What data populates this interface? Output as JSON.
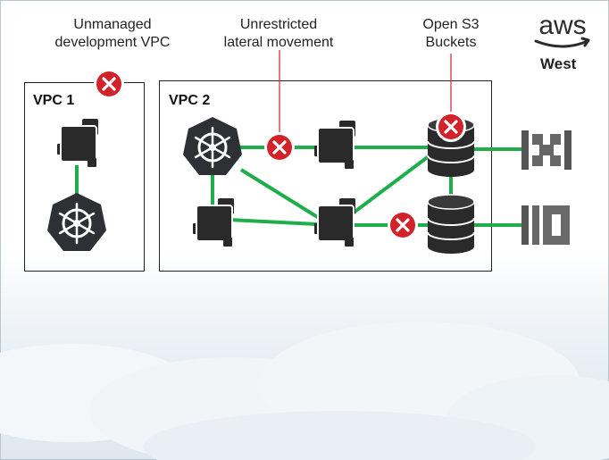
{
  "callouts": {
    "unmanaged": "Unmanaged\ndevelopment VPC",
    "lateral": "Unrestricted\nlateral movement",
    "s3": "Open S3\nBuckets"
  },
  "vpcs": [
    {
      "title": "VPC 1"
    },
    {
      "title": "VPC 2"
    }
  ],
  "brand": {
    "logo_text": "aws",
    "region": "West"
  },
  "colors": {
    "connector": "#1fae4b",
    "alert": "#d2232a",
    "node": "#2a2a2a",
    "kube": "#2d3136"
  },
  "icons": [
    "error-x-icon",
    "kubernetes-icon",
    "compute-node-icon",
    "database-icon",
    "api-gateway-icon",
    "lambda-icon"
  ]
}
